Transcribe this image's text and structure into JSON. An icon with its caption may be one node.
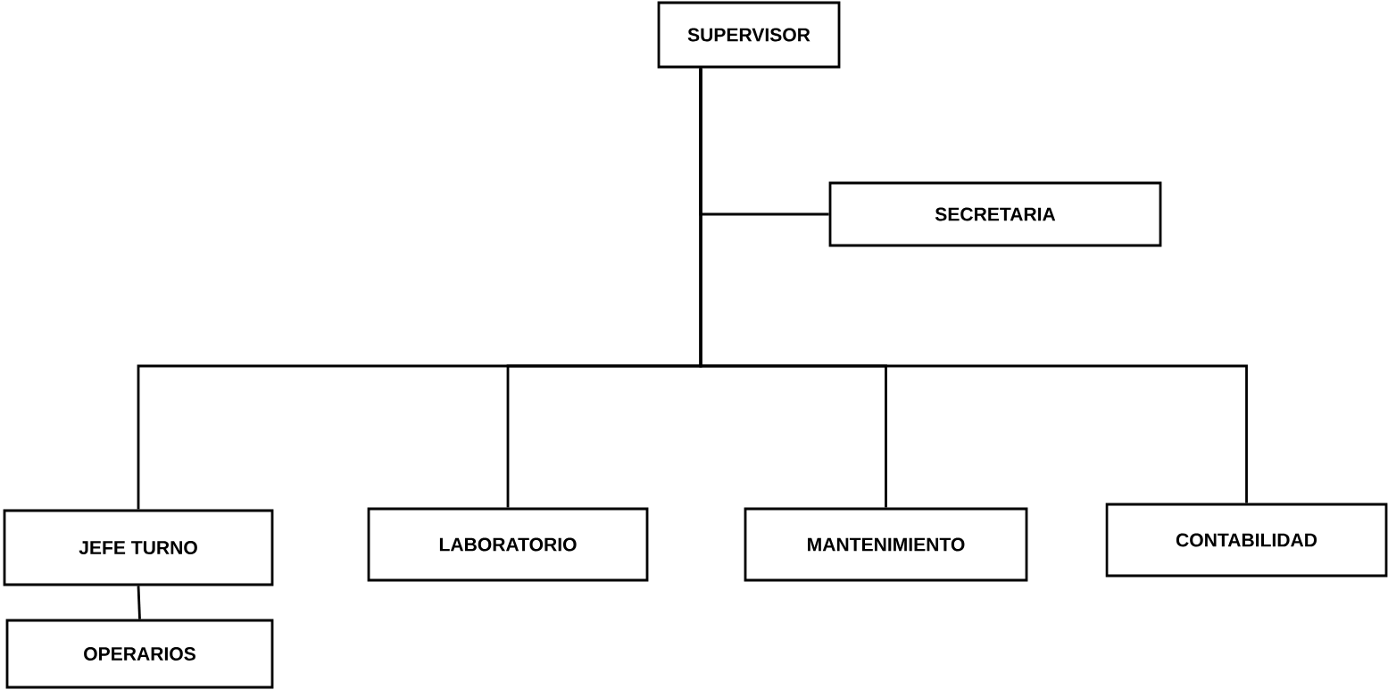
{
  "diagram": {
    "nodes": [
      {
        "text": [
          "SUPERVISOR"
        ]
      },
      {
        "text": [
          "SECRETARIA"
        ]
      },
      {
        "text": [
          "JEFE TURNO"
        ]
      },
      {
        "text": [
          "LABORATORIO"
        ]
      },
      {
        "text": [
          "MANTENIMIENTO"
        ]
      },
      {
        "text": [
          "CONTABILIDAD"
        ]
      },
      {
        "text": [
          "OPERARIOS"
        ]
      }
    ],
    "edges": [
      {
        "from": 0,
        "to": 1,
        "arrow": "none"
      },
      {
        "from": 0,
        "to": 2,
        "arrow": "none"
      },
      {
        "from": 0,
        "to": 3,
        "arrow": "none"
      },
      {
        "from": 0,
        "to": 4,
        "arrow": "none"
      },
      {
        "from": 0,
        "to": 5,
        "arrow": "none"
      },
      {
        "from": 2,
        "to": 6,
        "arrow": "none"
      }
    ]
  }
}
